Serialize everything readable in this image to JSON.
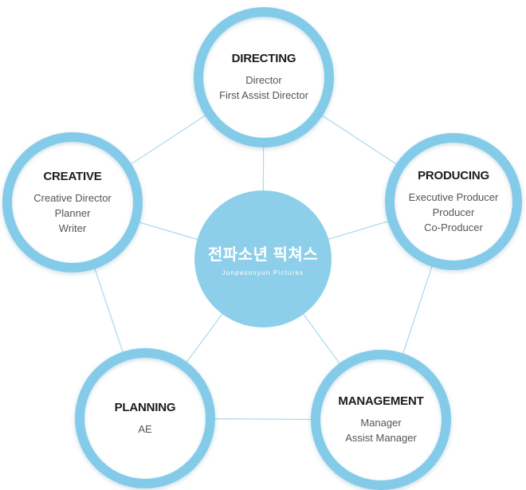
{
  "center": {
    "name_korean": "전파소년 픽쳐스",
    "name_english": "Junpasonyun Pictures"
  },
  "departments": [
    {
      "title": "DIRECTING",
      "roles": [
        "Director",
        "First Assist Director"
      ]
    },
    {
      "title": "PRODUCING",
      "roles": [
        "Executive Producer",
        "Producer",
        "Co-Producer"
      ]
    },
    {
      "title": "MANAGEMENT",
      "roles": [
        "Manager",
        "Assist Manager"
      ]
    },
    {
      "title": "PLANNING",
      "roles": [
        "AE"
      ]
    },
    {
      "title": "CREATIVE",
      "roles": [
        "Creative Director",
        "Planner",
        "Writer"
      ]
    }
  ],
  "colors": {
    "ring": "#83cbe8",
    "center_fill": "#8dcfeb",
    "connector": "#a7d9ee",
    "title_text": "#1c1c1c",
    "role_text": "#555555"
  }
}
